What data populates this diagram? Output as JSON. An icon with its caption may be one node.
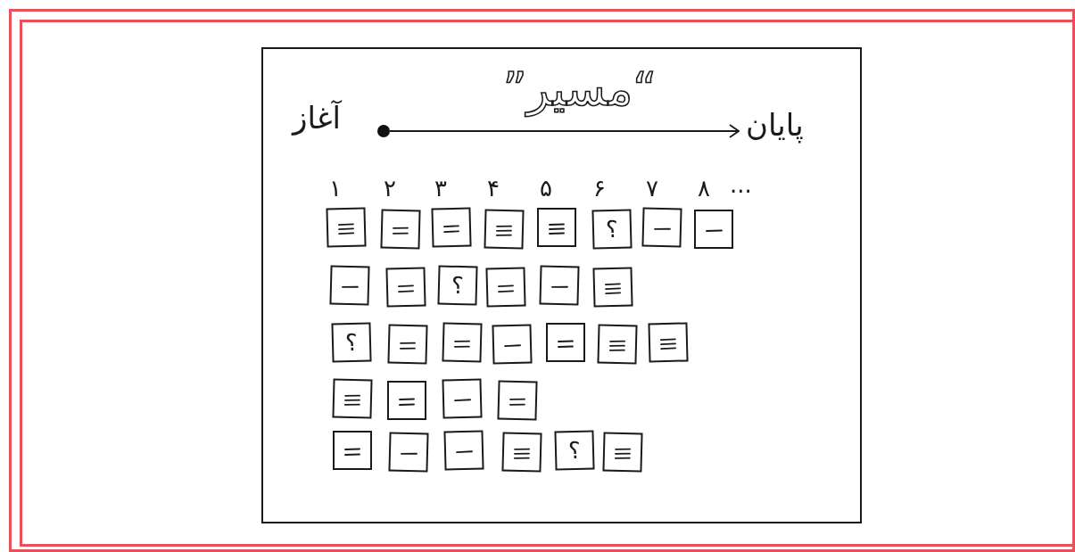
{
  "diagram": {
    "title": "“مسیر”",
    "nodes": [
      {
        "text": [],
        "shape": "circle",
        "beside": [
          "آغاز"
        ]
      },
      {
        "text": [
          "پایان"
        ]
      },
      {
        "text": [],
        "shape": "box"
      },
      {
        "text": [],
        "shape": "box"
      },
      {
        "text": [],
        "shape": "box"
      },
      {
        "text": [],
        "shape": "box"
      },
      {
        "text": [],
        "shape": "box"
      },
      {
        "text": [
          "؟"
        ]
      },
      {
        "text": [],
        "shape": "box"
      },
      {
        "text": [],
        "shape": "box"
      },
      {
        "text": [],
        "shape": "box"
      },
      {
        "text": [],
        "shape": "box"
      },
      {
        "text": [
          "؟"
        ]
      },
      {
        "text": [],
        "shape": "box"
      },
      {
        "text": [],
        "shape": "box"
      },
      {
        "text": [],
        "shape": "box"
      },
      {
        "text": [
          "؟"
        ]
      },
      {
        "text": [],
        "shape": "box"
      },
      {
        "text": [],
        "shape": "box"
      },
      {
        "text": [],
        "shape": "box"
      },
      {
        "text": [],
        "shape": "box"
      },
      {
        "text": [],
        "shape": "box"
      },
      {
        "text": [],
        "shape": "box"
      },
      {
        "text": [],
        "shape": "box"
      },
      {
        "text": [],
        "shape": "box"
      },
      {
        "text": [],
        "shape": "box"
      },
      {
        "text": [],
        "shape": "box"
      },
      {
        "text": [],
        "shape": "box"
      },
      {
        "text": [],
        "shape": "box"
      },
      {
        "text": [],
        "shape": "box"
      },
      {
        "text": [],
        "shape": "box"
      },
      {
        "text": [
          "؟"
        ]
      },
      {
        "text": [],
        "shape": "box"
      }
    ],
    "edges": [
      {
        "from": 0,
        "to": 1,
        "arrow": "to"
      }
    ],
    "labels": [
      "۱",
      "۲",
      "۳",
      "۴",
      "۵",
      "۶",
      "۷",
      "۸",
      "..."
    ]
  }
}
